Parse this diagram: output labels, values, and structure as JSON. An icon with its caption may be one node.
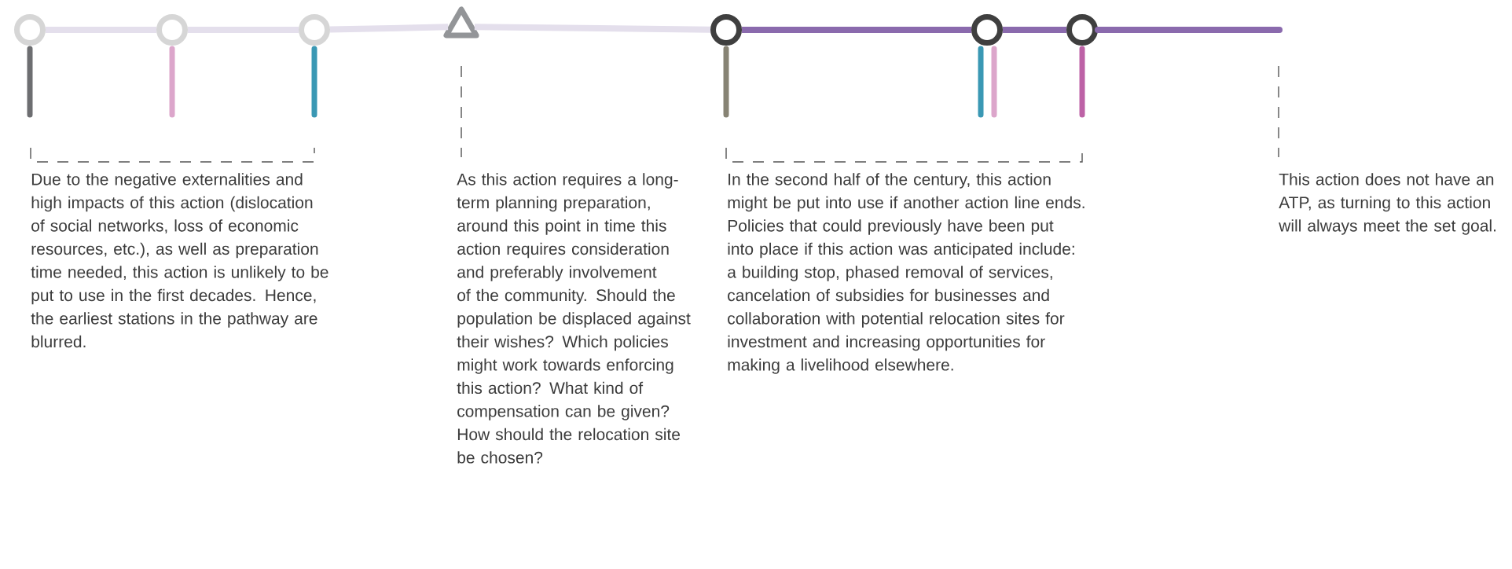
{
  "diagram": {
    "nodes": [
      {
        "text": [],
        "shape": "circle"
      },
      {
        "text": [],
        "shape": "circle"
      },
      {
        "text": [],
        "shape": "circle"
      },
      {
        "text": [],
        "shape": "triangle"
      },
      {
        "text": [],
        "shape": "circle"
      },
      {
        "text": [],
        "shape": "circle"
      },
      {
        "text": [],
        "shape": "circle"
      }
    ],
    "edges": [
      {
        "from": 0,
        "to": 1,
        "arrow": "none"
      },
      {
        "from": 1,
        "to": 2,
        "arrow": "none"
      },
      {
        "from": 2,
        "to": 3,
        "arrow": "none"
      },
      {
        "from": 3,
        "to": 4,
        "arrow": "none"
      },
      {
        "from": 4,
        "to": 5,
        "arrow": "none",
        "color": "#8a6aad"
      },
      {
        "from": 5,
        "to": 6,
        "arrow": "none",
        "color": "#8a6aad"
      },
      {
        "from": 6,
        "to": null,
        "arrow": "none",
        "color": "#8a6aad"
      }
    ],
    "labels": [
      "Due to the negative externalities and high impacts of this action (dislocation of social networks, loss of economic resources, etc.), as well as preparation time needed, this action is unlikely to be put to use in the first decades. Hence, the earliest stations in the pathway are blurred.",
      "As this action requires a long-term planning preparation, around this point in time this action requires consideration and preferably involvement of the community. Should the population be displaced against their wishes? Which policies might work towards enforcing this action? What kind of compensation can be given? How should the relocation site be chosen?",
      "In the second half of the century, this action might be put into use if another action line ends. Policies that could previously have been put into place if this action was anticipated include: a building stop, phased removal of services, cancelation of subsidies for businesses and collaboration with potential relocation sites for investment and increasing opportunities for making a livelihood elsewhere.",
      "This action does not have an ATP, as turning to this action will always meet the set goal."
    ]
  }
}
